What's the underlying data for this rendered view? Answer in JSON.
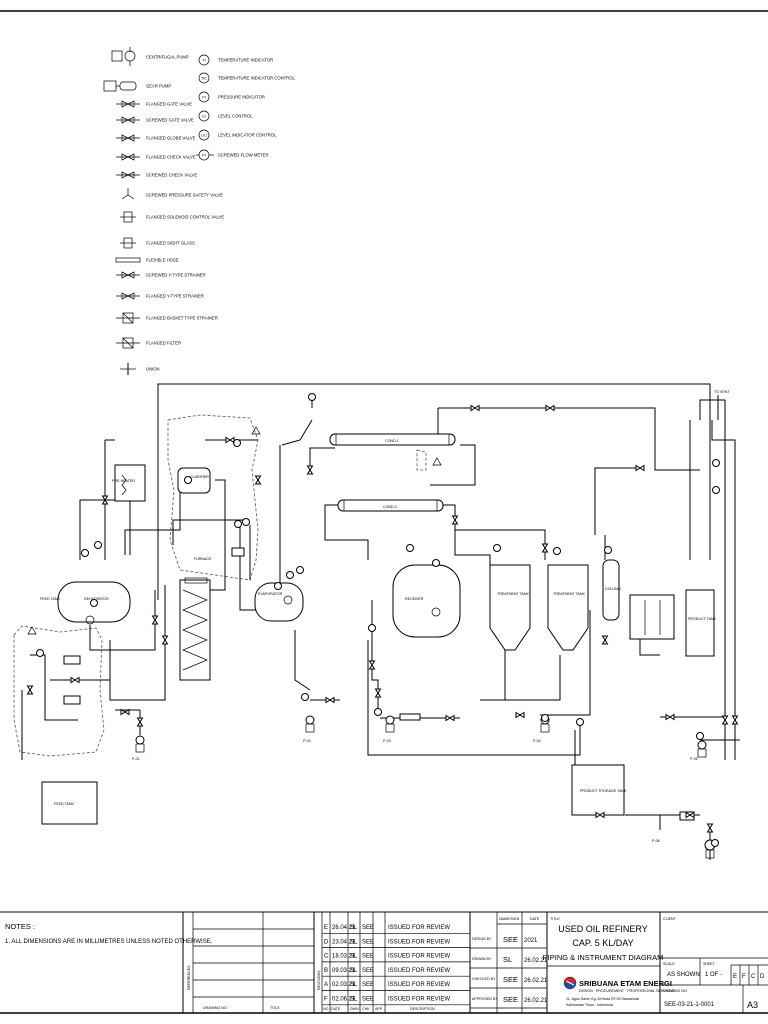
{
  "legend_left": [
    {
      "symbol": "centrifugal-pump",
      "label": "CENTRIFUGAL PUMP"
    },
    {
      "symbol": "gear-pump",
      "label": "GEAR PUMP"
    },
    {
      "symbol": "gate-valve",
      "label": "FLANGED GATE VALVE"
    },
    {
      "symbol": "gate-valve-screwed",
      "label": "SCREWED GATE VALVE"
    },
    {
      "symbol": "globe-valve",
      "label": "FLANGED GLOBE VALVE"
    },
    {
      "symbol": "check-valve",
      "label": "FLANGED CHECK VALVE"
    },
    {
      "symbol": "check-valve-screwed",
      "label": "SCREWED CHECK VALVE"
    },
    {
      "symbol": "safety-valve",
      "label": "SCREWED PRESSURE SAFETY VALVE"
    },
    {
      "symbol": "control-valve",
      "label": "FLANGED SOLENOID CONTROL VALVE"
    },
    {
      "symbol": "sight-glass",
      "label": "FLANGED SIGHT GLASS"
    },
    {
      "symbol": "flex-hose",
      "label": "FLEXIBLE HOSE"
    },
    {
      "symbol": "y-strainer-screwed",
      "label": "SCREWED Y-TYPE STRAINER"
    },
    {
      "symbol": "y-strainer",
      "label": "FLANGED Y-TYPE STRAINER"
    },
    {
      "symbol": "basket-strainer",
      "label": "FLANGED BASKET TYPE STRAINER"
    },
    {
      "symbol": "filter",
      "label": "FLANGED FILTER"
    },
    {
      "symbol": "union",
      "label": "UNION"
    }
  ],
  "legend_right": [
    {
      "tag": "TI",
      "label": "TEMPERATURE INDICATOR"
    },
    {
      "tag": "TIC",
      "label": "TEMPERATURE INDICATOR CONTROL"
    },
    {
      "tag": "PI",
      "label": "PRESSURE INDICATOR"
    },
    {
      "tag": "LC",
      "label": "LEVEL CONTROL"
    },
    {
      "tag": "LIC",
      "label": "LEVEL INDICATOR CONTROL"
    },
    {
      "tag": "FT",
      "label": "SCREWED FLOW METER"
    }
  ],
  "equipment": {
    "preheater": "PRE-HEATER",
    "dehydrator": "DEHYDRATOR",
    "furnace": "FURNACE",
    "evaporator": "EVAPORATOR",
    "condenser1": "COND-1",
    "condenser2": "COND-2",
    "vessel": "RECEIVER",
    "tank1": "TREATMENT TANK",
    "tank2": "TREATMENT TANK",
    "column": "COLUMN",
    "box": "CLARIFIER",
    "product_tank": "PRODUCT TANK",
    "feed_tank": "FEED TANK",
    "bottom_tank": "PRODUCT STORAGE TANK"
  },
  "pump_labels": [
    "P-01",
    "P-02",
    "P-03",
    "P-04",
    "P-05",
    "P-06"
  ],
  "vent_label": "TO VENT",
  "notes": {
    "title": "NOTES :",
    "line1": "1. ALL DIMENSIONS ARE IN MILLIMETRES UNLESS NOTED OTHERWISE."
  },
  "references": {
    "title": "REFERENCES",
    "drawing_no_header": "DRAWING NO.",
    "title_header": "TITLE"
  },
  "revisions": {
    "title": "REVISIONS",
    "rows": [
      {
        "rev": "E",
        "date": "26.04.21",
        "by": "SL",
        "chk": "SEE",
        "desc": "ISSUED FOR REVIEW"
      },
      {
        "rev": "D",
        "date": "23.04.21",
        "by": "SL",
        "chk": "SEE",
        "desc": "ISSUED FOR REVIEW"
      },
      {
        "rev": "C",
        "date": "18.03.21",
        "by": "SL",
        "chk": "SEE",
        "desc": "ISSUED FOR REVIEW"
      },
      {
        "rev": "B",
        "date": "09.03.21",
        "by": "SL",
        "chk": "SEE",
        "desc": "ISSUED FOR REVIEW"
      },
      {
        "rev": "A",
        "date": "02.03.21",
        "by": "SL",
        "chk": "SEE",
        "desc": "ISSUED FOR REVIEW"
      },
      {
        "rev": "F",
        "date": "02.06.21",
        "by": "SL",
        "chk": "SEE",
        "desc": "ISSUED FOR REVIEW"
      }
    ],
    "headers": [
      "NO",
      "DATE",
      "DWN",
      "CHK",
      "APP",
      "DESCRIPTION"
    ]
  },
  "signoff": {
    "headers": [
      "NAME/SIGN",
      "DATE"
    ],
    "rows": [
      {
        "role": "DESIGN BY",
        "name": "SEE",
        "date": "2021"
      },
      {
        "role": "DRAWN BY",
        "name": "SL",
        "date": "26.02.21"
      },
      {
        "role": "CHECKED BY",
        "name": "SEE",
        "date": "26.02.21"
      },
      {
        "role": "APPROVED BY",
        "name": "SEE",
        "date": "26.02.21"
      }
    ]
  },
  "title_block": {
    "title_label": "TITLE",
    "line1": "USED OIL REFINERY",
    "line2": "CAP. 5 KL/DAY",
    "line3": "PIPING & INSTRUMENT DIAGRAM",
    "company": "SRIBUANA ETAM ENERGI",
    "company_sub1": "DESIGN · PROCUREMENT · PROFESSIONAL SERVICES",
    "company_sub2": "JL. Agus Salim Gg. Al Huda RT.09 Samarinda",
    "company_sub3": "Kalimantan Timur · Indonesia",
    "client_label": "CLIENT",
    "client_value": "",
    "scale_label": "SCALE",
    "scale_value": "AS SHOWN",
    "sheet_label": "SHEET",
    "sheet_value": "1  OF  -",
    "drawing_no_label": "DRAWING NO.",
    "drawing_no": "SEE-03-21-1-0001",
    "size": "A3",
    "rev_boxes": [
      "E",
      "F",
      "C",
      "D"
    ]
  }
}
